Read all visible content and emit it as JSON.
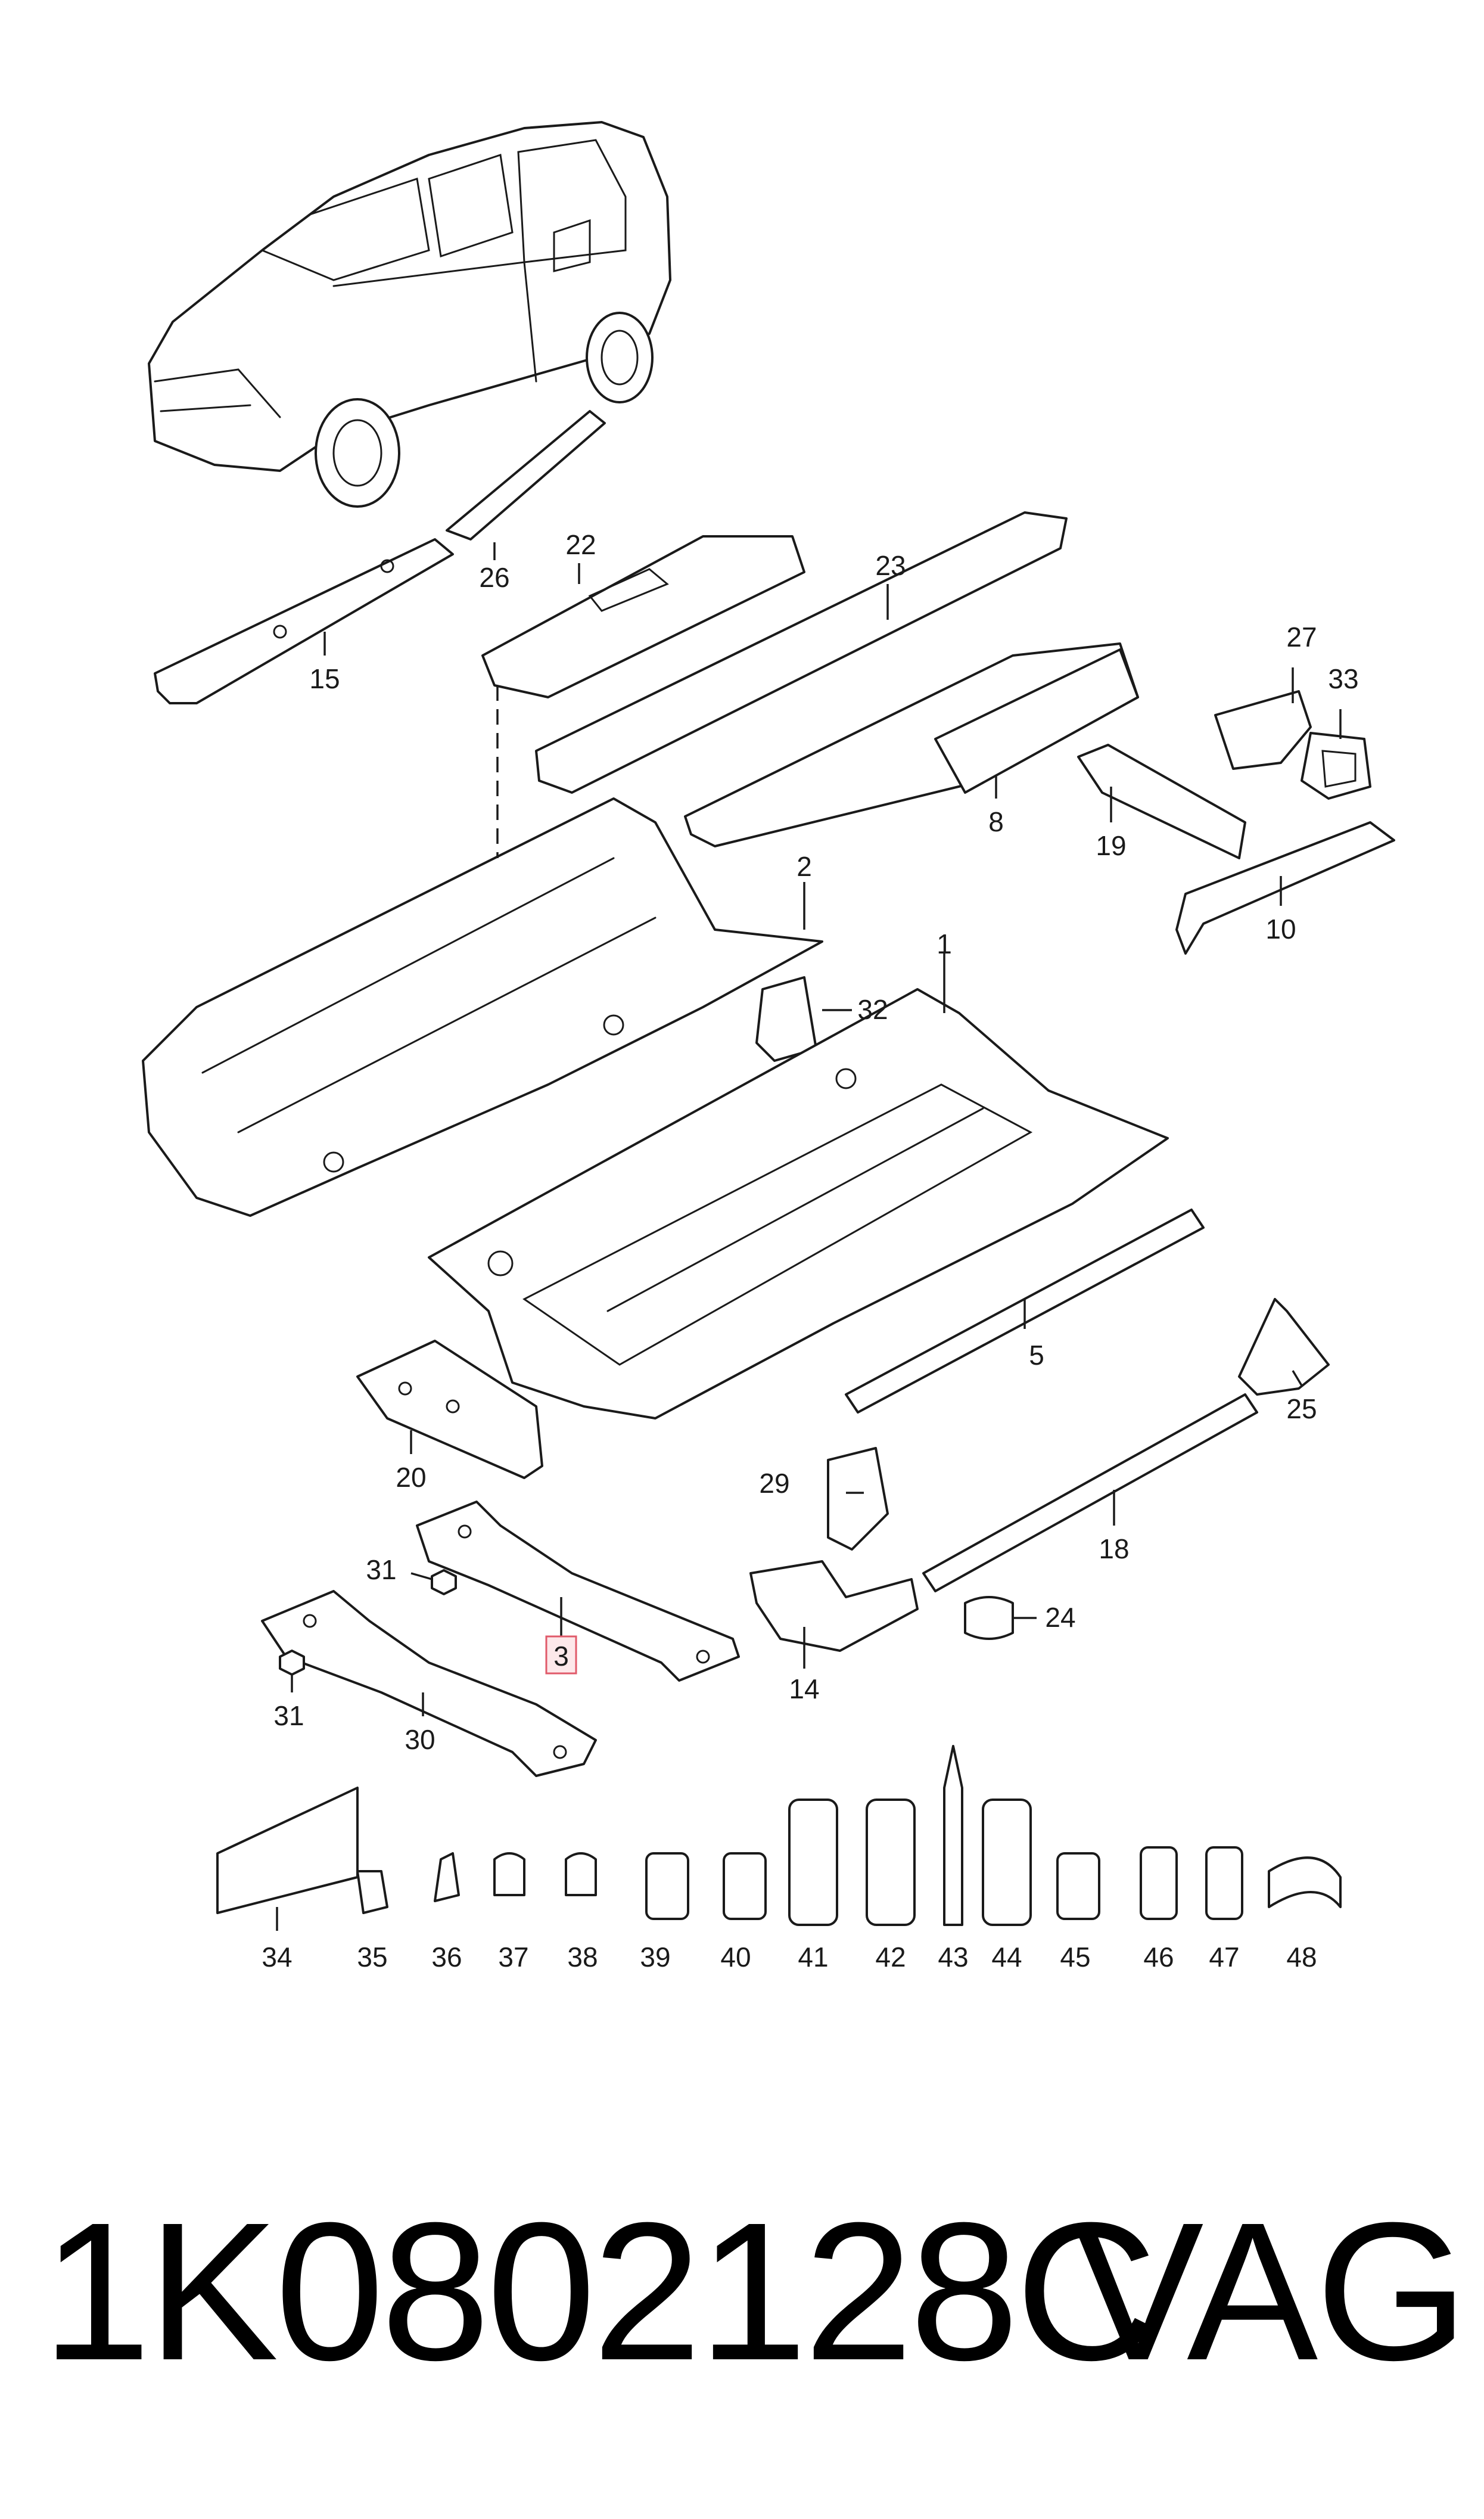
{
  "parts": [
    {
      "id": "p1",
      "label": "1"
    },
    {
      "id": "p2",
      "label": "2"
    },
    {
      "id": "p3",
      "label": "3",
      "highlighted": true
    },
    {
      "id": "p5",
      "label": "5"
    },
    {
      "id": "p8",
      "label": "8"
    },
    {
      "id": "p10",
      "label": "10"
    },
    {
      "id": "p14",
      "label": "14"
    },
    {
      "id": "p15",
      "label": "15"
    },
    {
      "id": "p18",
      "label": "18"
    },
    {
      "id": "p19",
      "label": "19"
    },
    {
      "id": "p20",
      "label": "20"
    },
    {
      "id": "p22",
      "label": "22"
    },
    {
      "id": "p23",
      "label": "23"
    },
    {
      "id": "p24",
      "label": "24"
    },
    {
      "id": "p25",
      "label": "25"
    },
    {
      "id": "p26",
      "label": "26"
    },
    {
      "id": "p27",
      "label": "27"
    },
    {
      "id": "p29",
      "label": "29"
    },
    {
      "id": "p30",
      "label": "30"
    },
    {
      "id": "p31a",
      "label": "31"
    },
    {
      "id": "p31b",
      "label": "31"
    },
    {
      "id": "p32",
      "label": "32"
    },
    {
      "id": "p33",
      "label": "33"
    },
    {
      "id": "p34",
      "label": "34"
    },
    {
      "id": "p35",
      "label": "35"
    },
    {
      "id": "p36",
      "label": "36"
    },
    {
      "id": "p37",
      "label": "37"
    },
    {
      "id": "p38",
      "label": "38"
    },
    {
      "id": "p39",
      "label": "39"
    },
    {
      "id": "p40",
      "label": "40"
    },
    {
      "id": "p41",
      "label": "41"
    },
    {
      "id": "p42",
      "label": "42"
    },
    {
      "id": "p43",
      "label": "43"
    },
    {
      "id": "p44",
      "label": "44"
    },
    {
      "id": "p45",
      "label": "45"
    },
    {
      "id": "p46",
      "label": "46"
    },
    {
      "id": "p47",
      "label": "47"
    },
    {
      "id": "p48",
      "label": "48"
    }
  ],
  "footer": {
    "part_number": "1K0802128C",
    "brand": "VAG"
  },
  "colors": {
    "line": "#1a1a1a",
    "highlight_fill": "#fde8ea",
    "highlight_stroke": "#e05a6a",
    "background": "#ffffff"
  }
}
